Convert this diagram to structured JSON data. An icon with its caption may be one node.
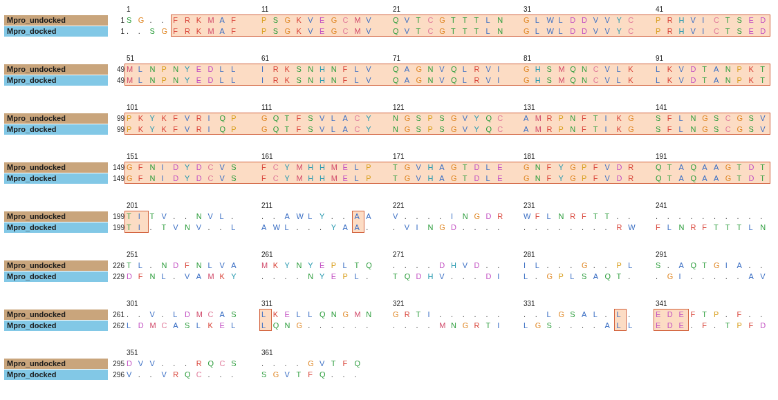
{
  "diagram": {
    "nodes": [
      {
        "text": [
          "Mpro_undocked"
        ]
      },
      {
        "text": [
          "Mpro_docked"
        ]
      },
      {
        "text": [
          "Mpro_undocked"
        ]
      },
      {
        "text": [
          "Mpro_docked"
        ]
      },
      {
        "text": [
          "Mpro_undocked"
        ]
      },
      {
        "text": [
          "Mpro_docked"
        ]
      },
      {
        "text": [
          "Mpro_undocked"
        ]
      },
      {
        "text": [
          "Mpro_docked"
        ]
      },
      {
        "text": [
          "Mpro_undocked"
        ]
      },
      {
        "text": [
          "Mpro_docked"
        ]
      },
      {
        "text": [
          "Mpro_undocked"
        ]
      },
      {
        "text": [
          "Mpro_docked"
        ]
      },
      {
        "text": [
          "Mpro_undocked"
        ]
      },
      {
        "text": [
          "Mpro_docked"
        ]
      },
      {
        "text": [
          "Mpro_undocked"
        ]
      },
      {
        "text": [
          "Mpro_docked"
        ]
      }
    ],
    "labels": [
      "1",
      "11",
      "21",
      "31",
      "41",
      "1",
      "S G . . F R K M A F",
      "P S G K V E G C M V",
      "Q V T C G T T T L N",
      "G L W L D D V V Y C",
      "P R H V I C T S E D",
      "1",
      ". . S G F R K M A F",
      "P S G K V E G C M V",
      "Q V T C G T T T L N",
      "G L W L D D V V Y C",
      "P R H V I C T S E D",
      "51",
      "61",
      "71",
      "81",
      "91",
      "49",
      "M L N P N Y E D L L",
      "I R K S N H N F L V",
      "Q A G N V Q L R V I",
      "G H S M Q N C V L K",
      "L K V D T A N P K T",
      "49",
      "M L N P N Y E D L L",
      "I R K S N H N F L V",
      "Q A G N V Q L R V I",
      "G H S M Q N C V L K",
      "L K V D T A N P K T",
      "101",
      "111",
      "121",
      "131",
      "141",
      "99",
      "P K Y K F V R I Q P",
      "G Q T F S V L A C Y",
      "N G S P S G V Y Q C",
      "A M R P N F T I K G",
      "S F L N G S C G S V",
      "99",
      "P K Y K F V R I Q P",
      "G Q T F S V L A C Y",
      "N G S P S G V Y Q C",
      "A M R P N F T I K G",
      "S F L N G S C G S V",
      "151",
      "161",
      "171",
      "181",
      "191",
      "149",
      "G F N I D Y D C V S",
      "F C Y M H H M E L P",
      "T G V H A G T D L E",
      "G N F Y G P F V D R",
      "Q T A Q A A G T D T",
      "149",
      "G F N I D Y D C V S",
      "F C Y M H H M E L P",
      "T G V H A G T D L E",
      "G N F Y G P F V D R",
      "Q T A Q A A G T D T",
      "201",
      "211",
      "221",
      "231",
      "241",
      "199",
      "T I T V . . N V L .",
      ". . A W L Y . . A A",
      "V . . . . I N G D R",
      "W F L N R F T T . .",
      ". . . . . . . . . .",
      "199",
      "T I . T V N V . . L",
      "A W L . . . Y A A .",
      ". V I N G D . . . .",
      ". . . . . . . . R W",
      "F L N R F T T T L N",
      "251",
      "261",
      "271",
      "281",
      "291",
      "226",
      "T L . N D F N L V A",
      "M K Y N Y E P L T Q",
      ". . . . D H V D . .",
      "I L . . . G . . P L",
      "S . A Q T G I A . .",
      "229",
      "D F N L . V A M K Y",
      ". . . . N Y E P L .",
      "T Q D H V . . . D I",
      "L . G P L S A Q T .",
      ". G I . . . . . A V",
      "301",
      "311",
      "321",
      "331",
      "341",
      "261",
      ". . V . L D M C A S",
      "L K E L L Q N G M N",
      "G R T I . . . . . .",
      ". . L G S A L . L .",
      "E D E F T P . F . .",
      "262",
      "L D M C A S L K E L",
      "L Q N G . . . . . .",
      ". . . . M N G R T I",
      "L G S . . . . A L L",
      "E D E . F . T P F D",
      "351",
      "361",
      "295",
      "D V V . . . R Q C S",
      ". . . . G V T F Q",
      "296",
      "V . . V R Q C . . .",
      "S G V T F Q . . ."
    ]
  }
}
